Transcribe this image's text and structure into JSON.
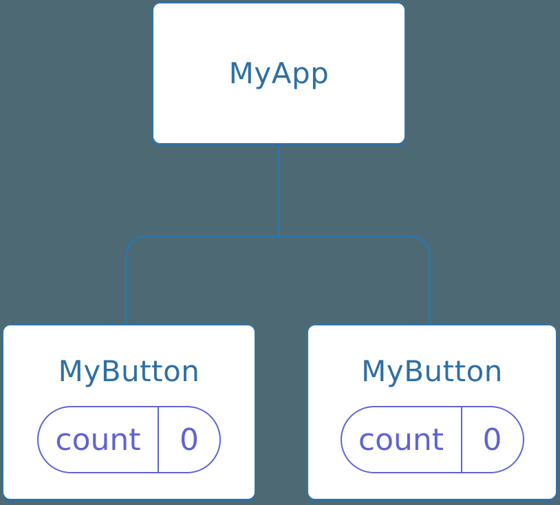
{
  "diagram": {
    "type": "component-tree",
    "background_color": "#4d6a74",
    "colors": {
      "node_background": "#ffffff",
      "node_border": "#3074a8",
      "node_label_text": "#2e6fa3",
      "connector_line": "#3074a8",
      "state_pill_accent": "#5e63d3"
    },
    "root_node": {
      "label": "MyApp"
    },
    "child_nodes": [
      {
        "label": "MyButton",
        "state_pill": {
          "name": "count",
          "value": "0"
        }
      },
      {
        "label": "MyButton",
        "state_pill": {
          "name": "count",
          "value": "0"
        }
      }
    ]
  }
}
